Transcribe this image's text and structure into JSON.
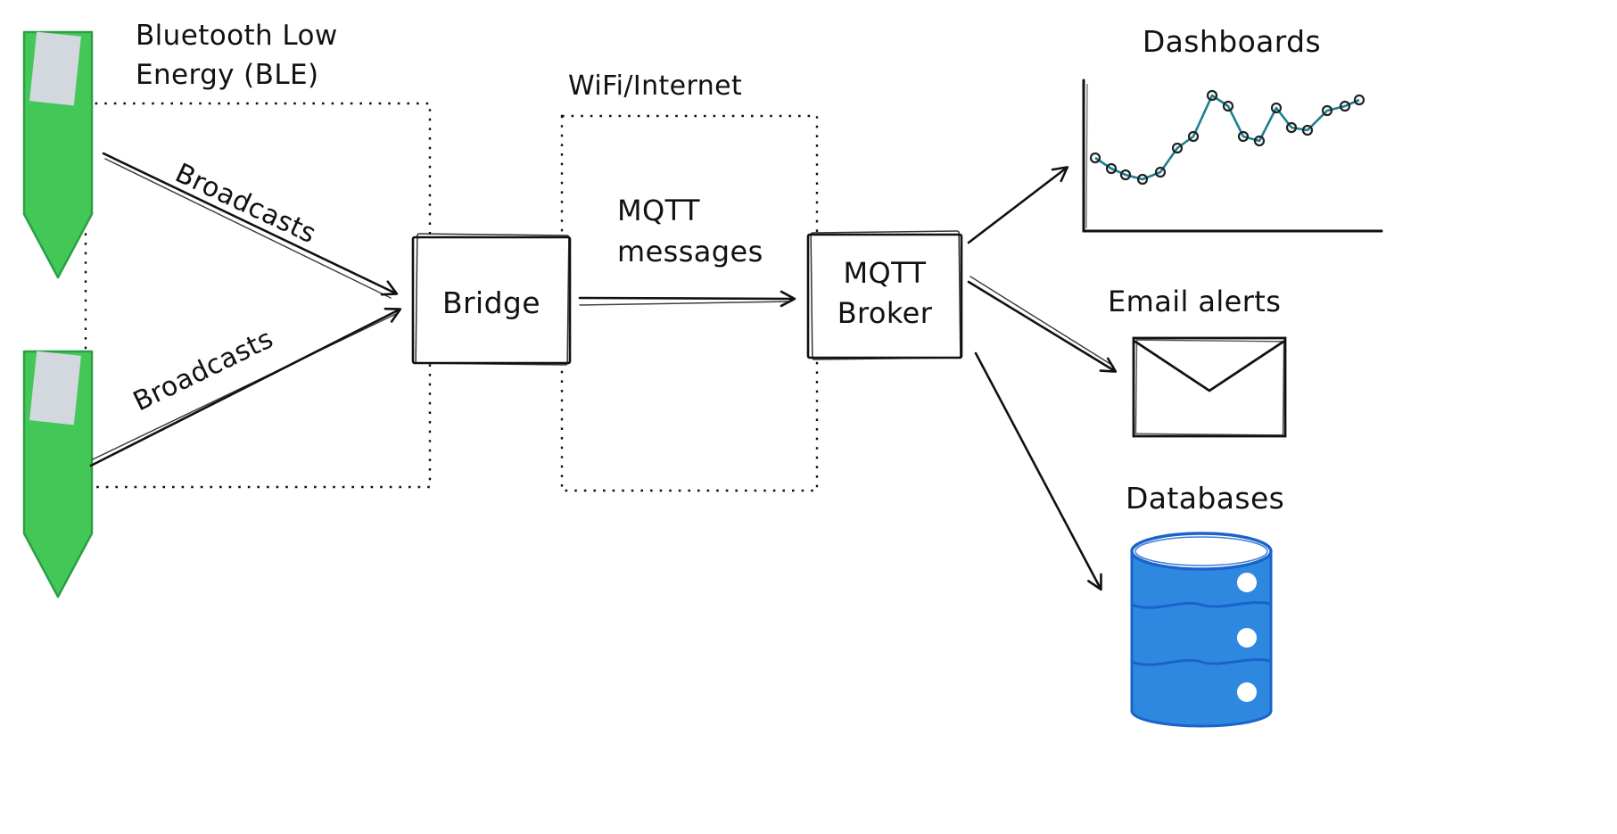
{
  "diagram": {
    "zones": {
      "ble": {
        "label": "Bluetooth Low\nEnergy (BLE)"
      },
      "wifi": {
        "label": "WiFi/Internet"
      }
    },
    "nodes": {
      "bridge": {
        "label": "Bridge"
      },
      "mqtt_broker": {
        "label": "MQTT\nBroker"
      }
    },
    "edges": {
      "broadcasts_top": {
        "label": "Broadcasts"
      },
      "broadcasts_bottom": {
        "label": "Broadcasts"
      },
      "mqtt_messages": {
        "label": "MQTT\nmessages"
      }
    },
    "outputs": {
      "dashboards": {
        "label": "Dashboards"
      },
      "email_alerts": {
        "label": "Email alerts"
      },
      "databases": {
        "label": "Databases"
      }
    },
    "icons": {
      "sources": [
        "ble-beacon-icon",
        "ble-beacon-icon"
      ],
      "outputs": [
        "line-chart-icon",
        "envelope-icon",
        "database-cylinder-icon"
      ]
    },
    "colors": {
      "beacon_green": "#43c857",
      "beacon_green_stroke": "#2c9e44",
      "beacon_screen_gray": "#d3d7de",
      "database_blue": "#2f88e0",
      "database_stroke_blue": "#1a63cc",
      "chart_teal": "#1d7f90",
      "ink": "#111111"
    }
  }
}
